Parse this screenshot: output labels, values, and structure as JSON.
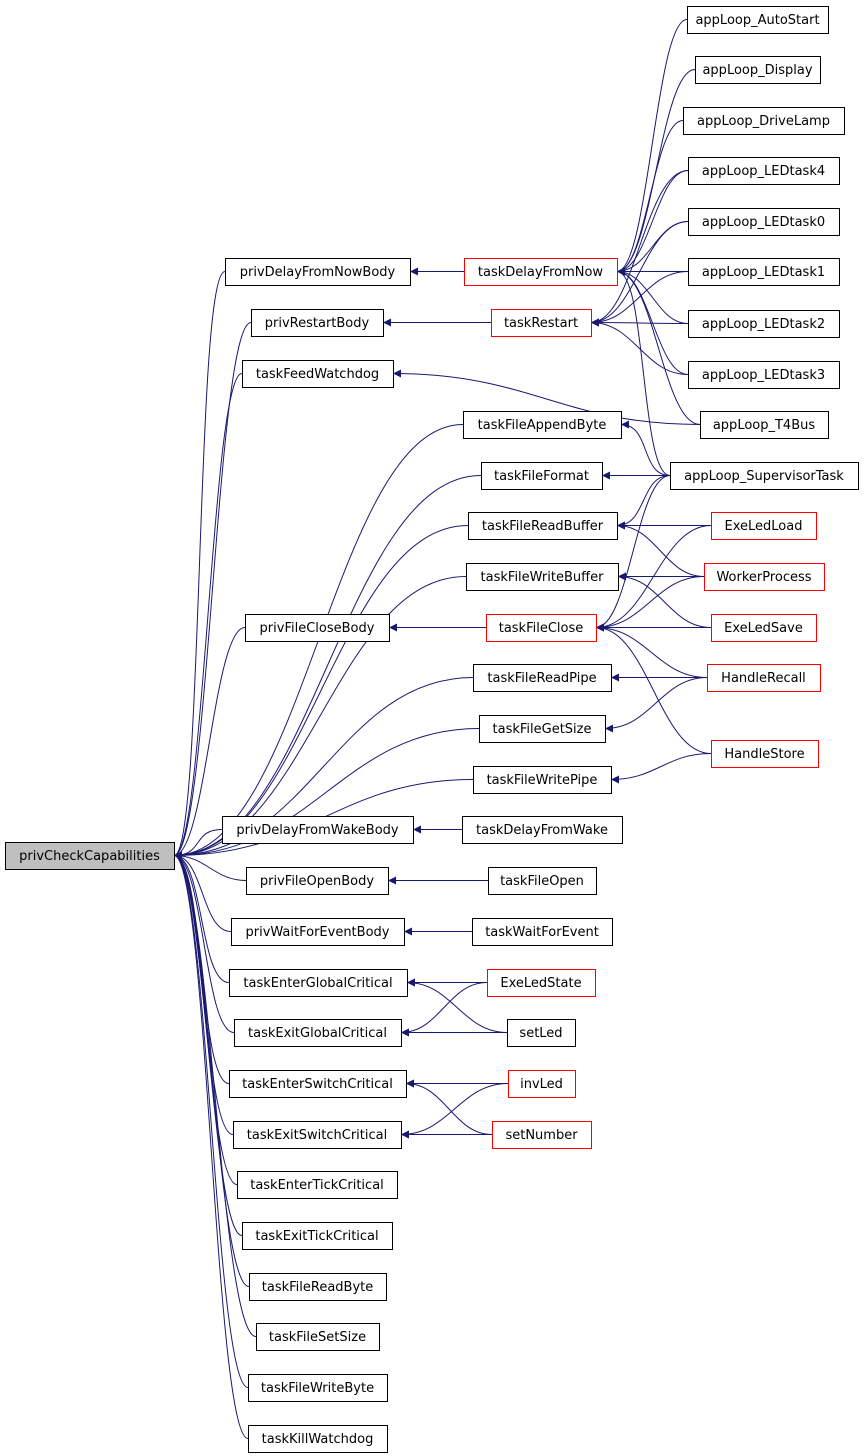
{
  "colors": {
    "edge": "#191970",
    "border_default": "#000000",
    "border_highlight": "#ff0000",
    "root_fill": "#bfbfbf",
    "node_fill": "#ffffff"
  },
  "nodes": [
    {
      "id": "root",
      "label": "privCheckCapabilities",
      "root": true
    },
    {
      "id": "privDelayFromNowBody",
      "label": "privDelayFromNowBody"
    },
    {
      "id": "privRestartBody",
      "label": "privRestartBody"
    },
    {
      "id": "taskFeedWatchdog",
      "label": "taskFeedWatchdog"
    },
    {
      "id": "taskFileAppendByte",
      "label": "taskFileAppendByte"
    },
    {
      "id": "taskFileFormat",
      "label": "taskFileFormat"
    },
    {
      "id": "taskFileReadBuffer",
      "label": "taskFileReadBuffer"
    },
    {
      "id": "taskFileWriteBuffer",
      "label": "taskFileWriteBuffer"
    },
    {
      "id": "privFileCloseBody",
      "label": "privFileCloseBody"
    },
    {
      "id": "taskFileReadPipe",
      "label": "taskFileReadPipe"
    },
    {
      "id": "taskFileGetSize",
      "label": "taskFileGetSize"
    },
    {
      "id": "taskFileWritePipe",
      "label": "taskFileWritePipe"
    },
    {
      "id": "privDelayFromWakeBody",
      "label": "privDelayFromWakeBody"
    },
    {
      "id": "privFileOpenBody",
      "label": "privFileOpenBody"
    },
    {
      "id": "privWaitForEventBody",
      "label": "privWaitForEventBody"
    },
    {
      "id": "taskEnterGlobalCritical",
      "label": "taskEnterGlobalCritical"
    },
    {
      "id": "taskExitGlobalCritical",
      "label": "taskExitGlobalCritical"
    },
    {
      "id": "taskEnterSwitchCritical",
      "label": "taskEnterSwitchCritical"
    },
    {
      "id": "taskExitSwitchCritical",
      "label": "taskExitSwitchCritical"
    },
    {
      "id": "taskEnterTickCritical",
      "label": "taskEnterTickCritical"
    },
    {
      "id": "taskExitTickCritical",
      "label": "taskExitTickCritical"
    },
    {
      "id": "taskFileReadByte",
      "label": "taskFileReadByte"
    },
    {
      "id": "taskFileSetSize",
      "label": "taskFileSetSize"
    },
    {
      "id": "taskFileWriteByte",
      "label": "taskFileWriteByte"
    },
    {
      "id": "taskKillWatchdog",
      "label": "taskKillWatchdog"
    },
    {
      "id": "taskDelayFromNow",
      "label": "taskDelayFromNow",
      "highlight": true
    },
    {
      "id": "taskRestart",
      "label": "taskRestart",
      "highlight": true
    },
    {
      "id": "taskFileClose",
      "label": "taskFileClose",
      "highlight": true
    },
    {
      "id": "taskDelayFromWake",
      "label": "taskDelayFromWake"
    },
    {
      "id": "taskFileOpen",
      "label": "taskFileOpen"
    },
    {
      "id": "taskWaitForEvent",
      "label": "taskWaitForEvent"
    },
    {
      "id": "ExeLedState",
      "label": "ExeLedState",
      "highlight": true
    },
    {
      "id": "setLed",
      "label": "setLed"
    },
    {
      "id": "invLed",
      "label": "invLed",
      "highlight": true
    },
    {
      "id": "setNumber",
      "label": "setNumber",
      "highlight": true
    },
    {
      "id": "appLoop_AutoStart",
      "label": "appLoop_AutoStart"
    },
    {
      "id": "appLoop_Display",
      "label": "appLoop_Display"
    },
    {
      "id": "appLoop_DriveLamp",
      "label": "appLoop_DriveLamp"
    },
    {
      "id": "appLoop_LEDtask4",
      "label": "appLoop_LEDtask4"
    },
    {
      "id": "appLoop_LEDtask0",
      "label": "appLoop_LEDtask0"
    },
    {
      "id": "appLoop_LEDtask1",
      "label": "appLoop_LEDtask1"
    },
    {
      "id": "appLoop_LEDtask2",
      "label": "appLoop_LEDtask2"
    },
    {
      "id": "appLoop_LEDtask3",
      "label": "appLoop_LEDtask3"
    },
    {
      "id": "appLoop_T4Bus",
      "label": "appLoop_T4Bus"
    },
    {
      "id": "appLoop_SupervisorTask",
      "label": "appLoop_SupervisorTask"
    },
    {
      "id": "ExeLedLoad",
      "label": "ExeLedLoad",
      "highlight": true
    },
    {
      "id": "WorkerProcess",
      "label": "WorkerProcess",
      "highlight": true
    },
    {
      "id": "ExeLedSave",
      "label": "ExeLedSave",
      "highlight": true
    },
    {
      "id": "HandleRecall",
      "label": "HandleRecall",
      "highlight": true
    },
    {
      "id": "HandleStore",
      "label": "HandleStore",
      "highlight": true
    }
  ],
  "edges": [
    [
      "privDelayFromNowBody",
      "root"
    ],
    [
      "privRestartBody",
      "root"
    ],
    [
      "taskFeedWatchdog",
      "root"
    ],
    [
      "taskFileAppendByte",
      "root"
    ],
    [
      "taskFileFormat",
      "root"
    ],
    [
      "taskFileReadBuffer",
      "root"
    ],
    [
      "taskFileWriteBuffer",
      "root"
    ],
    [
      "privFileCloseBody",
      "root"
    ],
    [
      "taskFileReadPipe",
      "root"
    ],
    [
      "taskFileGetSize",
      "root"
    ],
    [
      "taskFileWritePipe",
      "root"
    ],
    [
      "privDelayFromWakeBody",
      "root"
    ],
    [
      "privFileOpenBody",
      "root"
    ],
    [
      "privWaitForEventBody",
      "root"
    ],
    [
      "taskEnterGlobalCritical",
      "root"
    ],
    [
      "taskExitGlobalCritical",
      "root"
    ],
    [
      "taskEnterSwitchCritical",
      "root"
    ],
    [
      "taskExitSwitchCritical",
      "root"
    ],
    [
      "taskEnterTickCritical",
      "root"
    ],
    [
      "taskExitTickCritical",
      "root"
    ],
    [
      "taskFileReadByte",
      "root"
    ],
    [
      "taskFileSetSize",
      "root"
    ],
    [
      "taskFileWriteByte",
      "root"
    ],
    [
      "taskKillWatchdog",
      "root"
    ],
    [
      "taskDelayFromNow",
      "privDelayFromNowBody"
    ],
    [
      "taskRestart",
      "privRestartBody"
    ],
    [
      "appLoop_T4Bus",
      "taskFeedWatchdog"
    ],
    [
      "appLoop_SupervisorTask",
      "taskFileAppendByte"
    ],
    [
      "appLoop_SupervisorTask",
      "taskFileFormat"
    ],
    [
      "appLoop_SupervisorTask",
      "taskFileReadBuffer"
    ],
    [
      "ExeLedLoad",
      "taskFileReadBuffer"
    ],
    [
      "WorkerProcess",
      "taskFileReadBuffer"
    ],
    [
      "WorkerProcess",
      "taskFileWriteBuffer"
    ],
    [
      "ExeLedSave",
      "taskFileWriteBuffer"
    ],
    [
      "taskFileClose",
      "privFileCloseBody"
    ],
    [
      "HandleRecall",
      "taskFileReadPipe"
    ],
    [
      "HandleRecall",
      "taskFileGetSize"
    ],
    [
      "HandleStore",
      "taskFileWritePipe"
    ],
    [
      "taskDelayFromWake",
      "privDelayFromWakeBody"
    ],
    [
      "taskFileOpen",
      "privFileOpenBody"
    ],
    [
      "taskWaitForEvent",
      "privWaitForEventBody"
    ],
    [
      "ExeLedState",
      "taskEnterGlobalCritical"
    ],
    [
      "setLed",
      "taskEnterGlobalCritical"
    ],
    [
      "ExeLedState",
      "taskExitGlobalCritical"
    ],
    [
      "setLed",
      "taskExitGlobalCritical"
    ],
    [
      "invLed",
      "taskEnterSwitchCritical"
    ],
    [
      "setNumber",
      "taskEnterSwitchCritical"
    ],
    [
      "invLed",
      "taskExitSwitchCritical"
    ],
    [
      "setNumber",
      "taskExitSwitchCritical"
    ],
    [
      "appLoop_AutoStart",
      "taskDelayFromNow"
    ],
    [
      "appLoop_Display",
      "taskDelayFromNow"
    ],
    [
      "appLoop_DriveLamp",
      "taskDelayFromNow"
    ],
    [
      "appLoop_LEDtask4",
      "taskDelayFromNow"
    ],
    [
      "appLoop_LEDtask0",
      "taskDelayFromNow"
    ],
    [
      "appLoop_LEDtask1",
      "taskDelayFromNow"
    ],
    [
      "appLoop_LEDtask2",
      "taskDelayFromNow"
    ],
    [
      "appLoop_LEDtask3",
      "taskDelayFromNow"
    ],
    [
      "appLoop_T4Bus",
      "taskDelayFromNow"
    ],
    [
      "appLoop_SupervisorTask",
      "taskDelayFromNow"
    ],
    [
      "appLoop_LEDtask4",
      "taskRestart"
    ],
    [
      "appLoop_LEDtask0",
      "taskRestart"
    ],
    [
      "appLoop_LEDtask1",
      "taskRestart"
    ],
    [
      "appLoop_LEDtask2",
      "taskRestart"
    ],
    [
      "appLoop_LEDtask3",
      "taskRestart"
    ],
    [
      "appLoop_SupervisorTask",
      "taskFileClose"
    ],
    [
      "ExeLedLoad",
      "taskFileClose"
    ],
    [
      "WorkerProcess",
      "taskFileClose"
    ],
    [
      "ExeLedSave",
      "taskFileClose"
    ],
    [
      "HandleRecall",
      "taskFileClose"
    ],
    [
      "HandleStore",
      "taskFileClose"
    ]
  ]
}
